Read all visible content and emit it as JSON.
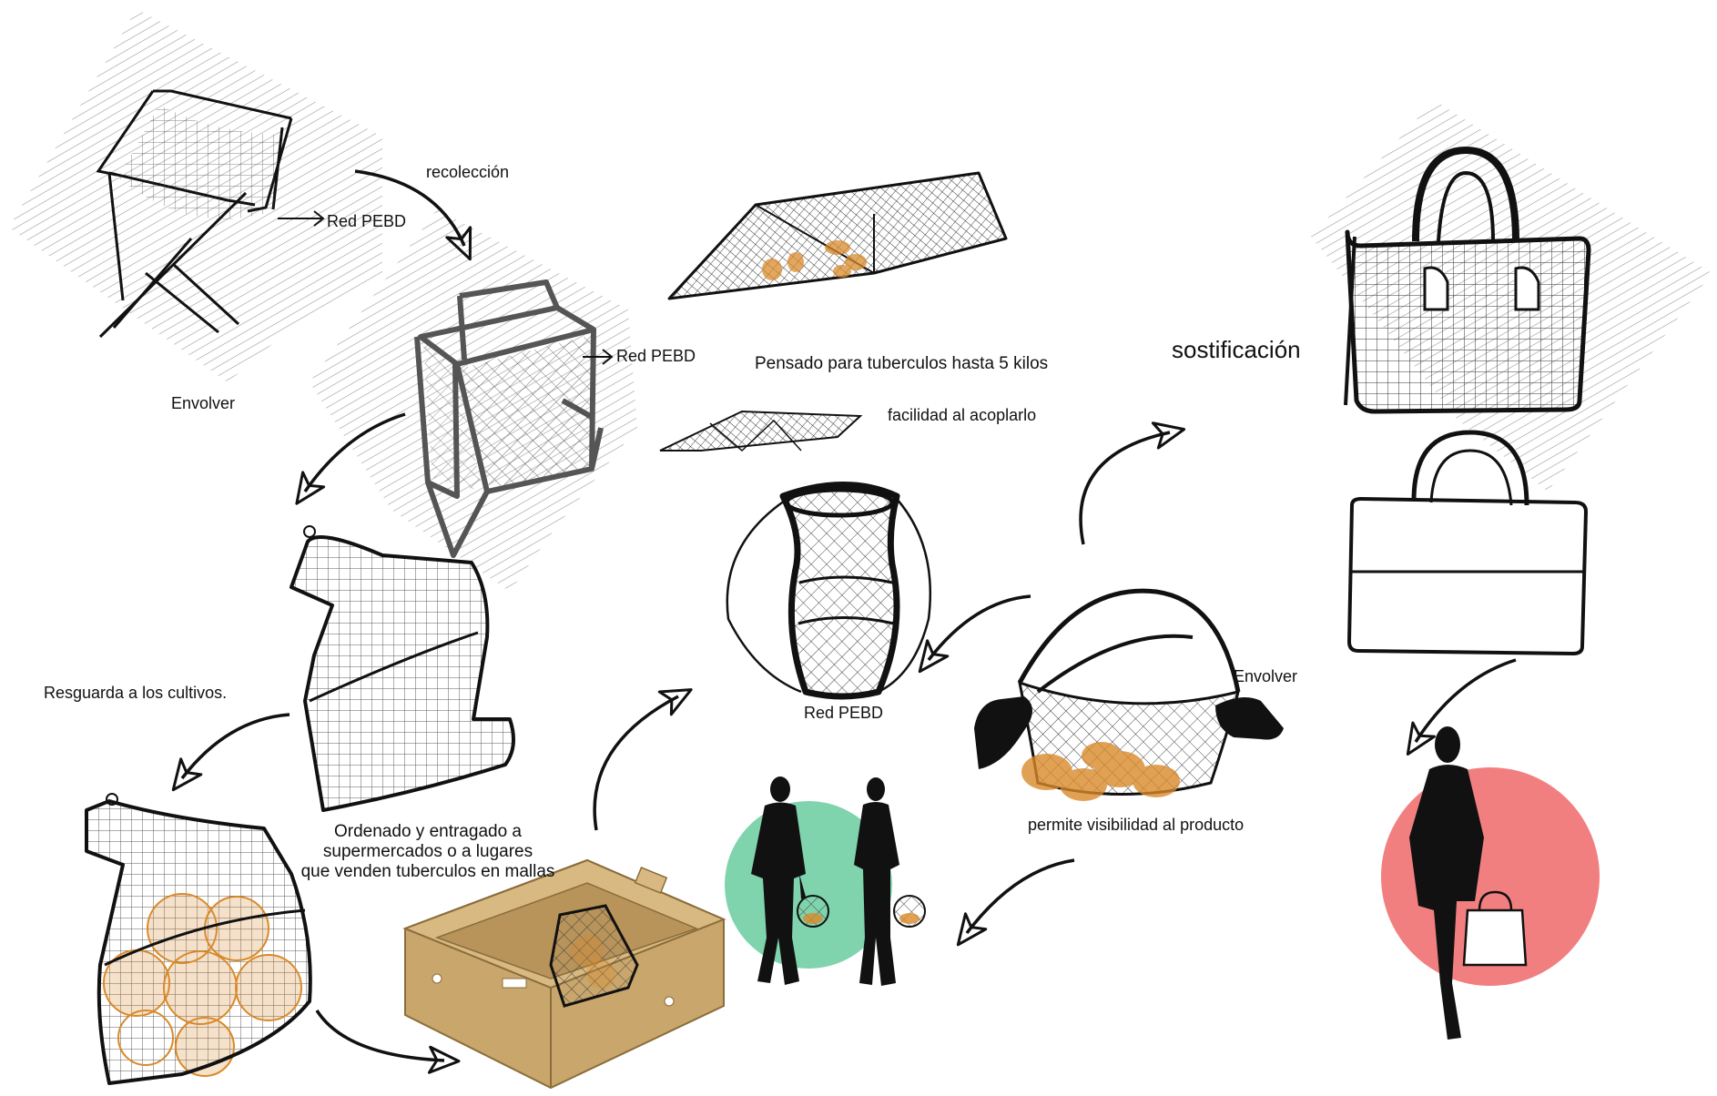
{
  "labels": {
    "recoleccion": "recolección",
    "red_pebd_1": "Red PEBD",
    "red_pebd_2": "Red PEBD",
    "red_pebd_3": "Red PEBD",
    "envolver_1": "Envolver",
    "envolver_2": "Envolver",
    "pensado": "Pensado para tuberculos hasta 5 kilos",
    "facilidad": "facilidad al acoplarlo",
    "sostificacion": "sostificación",
    "resguarda": "Resguarda a los cultivos.",
    "ordenado_line1": "Ordenado y entragado a",
    "ordenado_line2": "supermercados o a lugares",
    "ordenado_line3": "que venden tuberculos en mallas",
    "permite": "permite visibilidad al producto"
  },
  "colors": {
    "ink": "#111111",
    "hatch": "#9a9a9a",
    "mesh": "#333333",
    "potato": "#d98a2b",
    "box": "#c9a66b",
    "green_circle": "#7fd3ad",
    "red_circle": "#f27f80"
  }
}
